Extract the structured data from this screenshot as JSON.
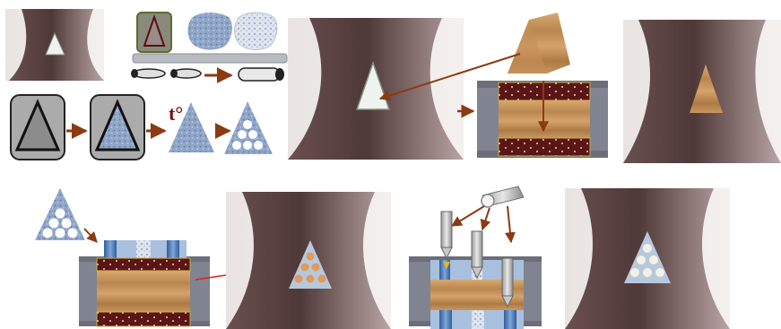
{
  "diagram": {
    "heating_label": "t°",
    "colors": {
      "arrow": "#8b3a12",
      "pointer_arrow": "#e02020",
      "skin_dark": "#5a4040",
      "skin_light": "#a98f8f",
      "wood": "#c9935a",
      "blue_fill": "#8fa8cc",
      "plate_red": "#5a1414",
      "blue_block": "#3a6aa8"
    },
    "icons": [
      "photo-skin-small",
      "mold-small",
      "powder-grains",
      "rolled-sheet",
      "triangle-mold",
      "filled-mold",
      "heated-triangle",
      "perforated-triangle",
      "skin-with-defect",
      "wood-block",
      "press-assembly",
      "skin-with-wood-graft",
      "perforated-triangle-small",
      "press-assembly-blue",
      "skin-with-pegs",
      "drill-tool",
      "press-drilling",
      "skin-final"
    ]
  }
}
